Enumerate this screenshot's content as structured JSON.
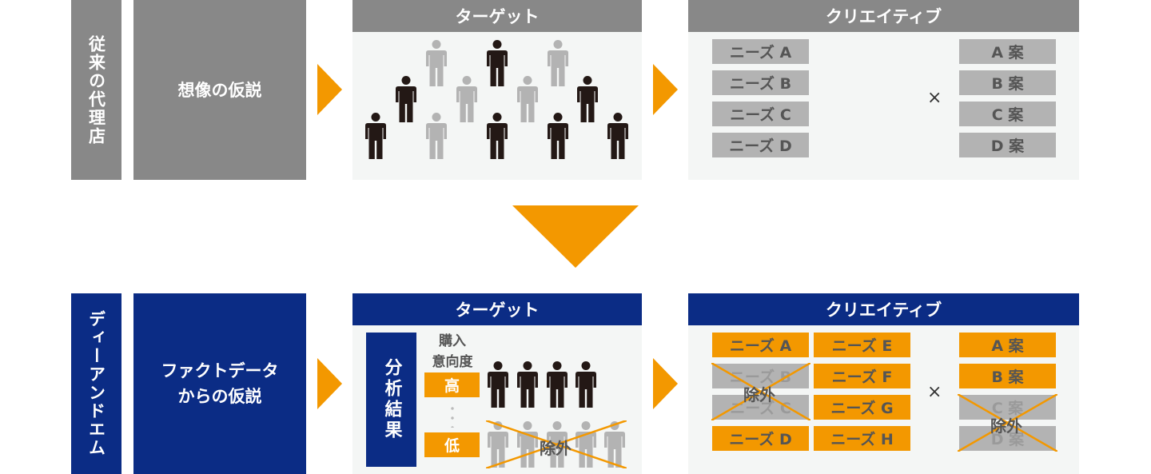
{
  "colors": {
    "orange": "#f39800",
    "navy": "#0b2c85",
    "gray": "#888888",
    "box_gray": "#b3b3b3",
    "dark_person": "#231815",
    "light_person": "#b3b3b3"
  },
  "conventional": {
    "label": "従来の代理店",
    "hypothesis": "想像の仮説",
    "target_title": "ターゲット",
    "creative_title": "クリエイティブ",
    "needs": [
      "ニーズ A",
      "ニーズ B",
      "ニーズ C",
      "ニーズ D"
    ],
    "times": "×",
    "plans": [
      "A 案",
      "B 案",
      "C 案",
      "D 案"
    ]
  },
  "deeandm": {
    "label": "ディーアンドエム",
    "hypothesis_line1": "ファクトデータ",
    "hypothesis_line2": "からの仮説",
    "target_title": "ターゲット",
    "analysis": "分析結果",
    "intent_line1": "購入",
    "intent_line2": "意向度",
    "high": "高",
    "low": "低",
    "excluded": "除外",
    "creative_title": "クリエイティブ",
    "needs_col1": [
      "ニーズ A",
      "ニーズ B",
      "ニーズ C",
      "ニーズ D"
    ],
    "needs_col2": [
      "ニーズ E",
      "ニーズ F",
      "ニーズ G",
      "ニーズ H"
    ],
    "times": "×",
    "plans": [
      "A 案",
      "B 案",
      "C 案",
      "D 案"
    ]
  }
}
